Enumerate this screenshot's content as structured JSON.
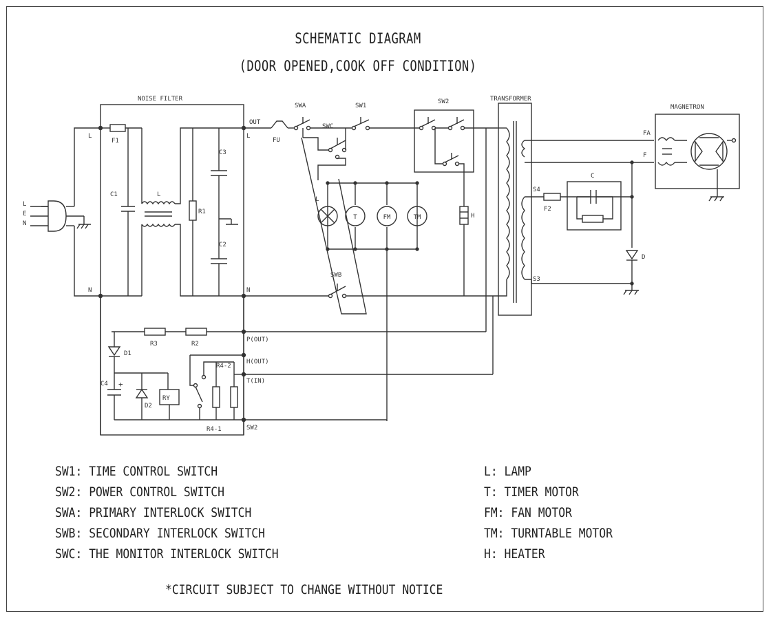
{
  "title": "SCHEMATIC DIAGRAM",
  "subtitle": "(DOOR OPENED,COOK OFF CONDITION)",
  "blocks": {
    "noise_filter": "NOISE FILTER",
    "transformer": "TRANSFORMER",
    "magnetron": "MAGNETRON"
  },
  "components": {
    "F1": "F1",
    "C1": "C1",
    "L": "L",
    "R1": "R1",
    "C3": "C3",
    "C2": "C2",
    "L_out": "L",
    "N_out": "N",
    "L_in": "L",
    "N_in": "N",
    "OUT": "OUT",
    "FU": "FU",
    "SWA": "SWA",
    "SWC": "SWC",
    "SW1": "SW1",
    "SW2": "SW2",
    "SWB": "SWB",
    "lamp": "L",
    "T": "T",
    "FM": "FM",
    "TM": "TM",
    "H": "H",
    "FA": "FA",
    "F": "F",
    "C": "C",
    "F2": "F2",
    "D": "D",
    "S4": "S4",
    "S3": "S3",
    "R3": "R3",
    "R2": "R2",
    "D1": "D1",
    "C4": "C4",
    "D2": "D2",
    "RY": "RY",
    "R4_2": "R4-2",
    "R4_1": "R4-1",
    "P_OUT": "P(OUT)",
    "H_OUT": "H(OUT)",
    "T_IN": "T(IN)",
    "SW2_pin": "SW2",
    "plug_L": "L",
    "plug_E": "E",
    "plug_N": "N"
  },
  "legend_left": [
    "SW1: TIME CONTROL SWITCH",
    "SW2: POWER CONTROL SWITCH",
    "SWA: PRIMARY INTERLOCK SWITCH",
    "SWB: SECONDARY INTERLOCK SWITCH",
    "SWC: THE MONITOR INTERLOCK SWITCH"
  ],
  "legend_right": [
    "L: LAMP",
    "T: TIMER MOTOR",
    "FM: FAN MOTOR",
    "TM: TURNTABLE MOTOR",
    "H: HEATER"
  ],
  "note": "*CIRCUIT SUBJECT TO CHANGE WITHOUT NOTICE"
}
